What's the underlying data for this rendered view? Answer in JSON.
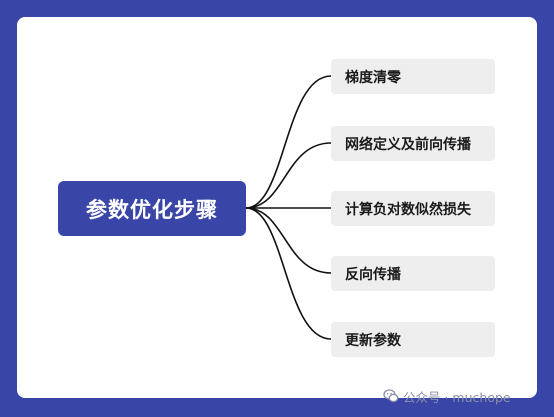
{
  "diagram": {
    "root": "参数优化步骤",
    "children": [
      "梯度清零",
      "网络定义及前向传播",
      "计算负对数似然损失",
      "反向传播",
      "更新参数"
    ]
  },
  "watermark": {
    "text": "公众号 · muchope"
  },
  "colors": {
    "frame": "#3a45a8",
    "root_fill": "#3a45a8",
    "child_fill": "#eeeeee",
    "edge": "#111111"
  }
}
